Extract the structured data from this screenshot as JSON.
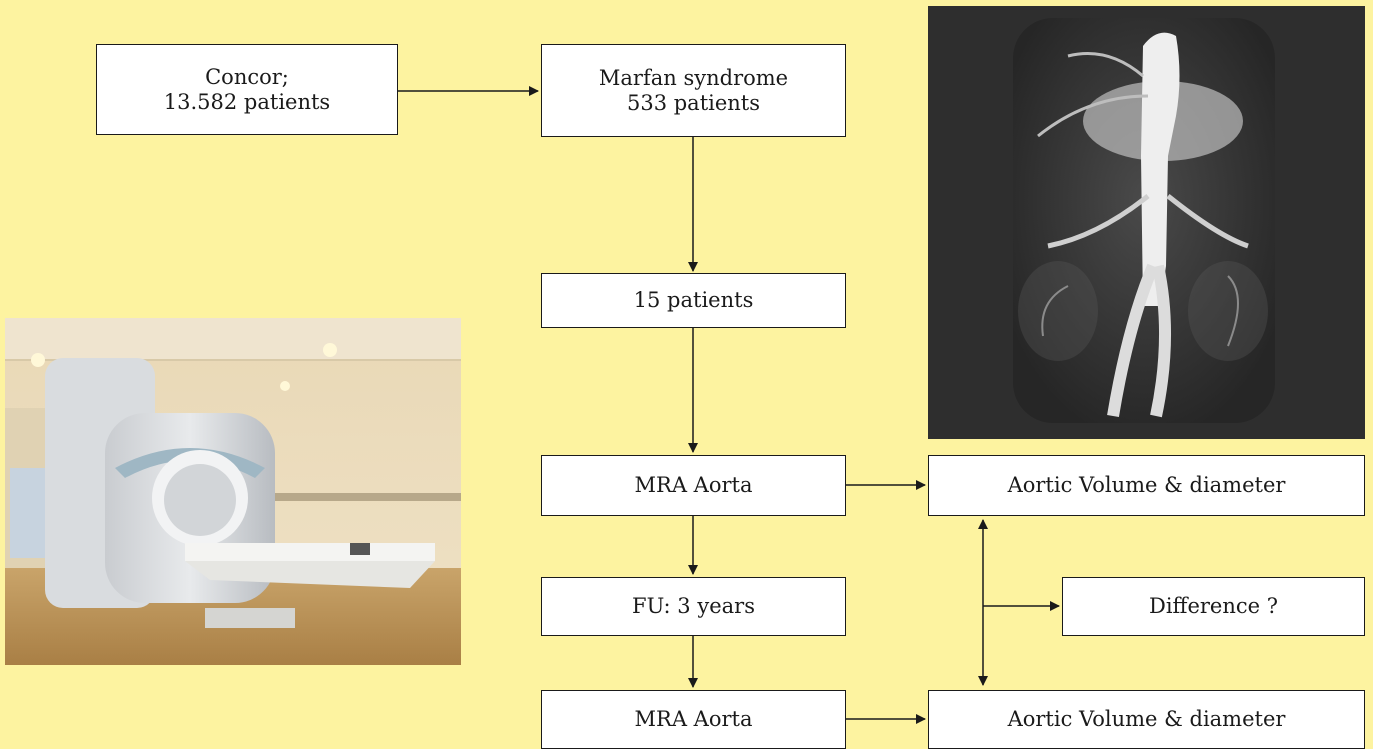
{
  "nodes": {
    "concor": {
      "line1": "Concor;",
      "line2": "13.582 patients"
    },
    "marfan": {
      "line1": "Marfan syndrome",
      "line2": "533 patients"
    },
    "patients15": {
      "label": "15 patients"
    },
    "mra1": {
      "label": "MRA Aorta"
    },
    "fu": {
      "label": "FU: 3 years"
    },
    "mra2": {
      "label": "MRA Aorta"
    },
    "aortic1": {
      "label": "Aortic Volume & diameter"
    },
    "difference": {
      "label": "Difference ?"
    },
    "aortic2": {
      "label": "Aortic Volume & diameter"
    }
  },
  "edges": [
    {
      "from": "concor",
      "to": "marfan"
    },
    {
      "from": "marfan",
      "to": "patients15"
    },
    {
      "from": "patients15",
      "to": "mra1"
    },
    {
      "from": "mra1",
      "to": "fu"
    },
    {
      "from": "fu",
      "to": "mra2"
    },
    {
      "from": "mra1",
      "to": "aortic1"
    },
    {
      "from": "mra2",
      "to": "aortic2"
    },
    {
      "from": "aortic1",
      "to": "aortic2",
      "bidirectional": true
    },
    {
      "from": "aortic-link",
      "to": "difference"
    }
  ],
  "images": {
    "mri_scanner": {
      "type": "photo",
      "subject": "mri-scanner-room"
    },
    "angiogram": {
      "type": "photo",
      "subject": "aorta-angiogram"
    }
  },
  "colors": {
    "background": "#fdf3a0",
    "box_fill": "#ffffff",
    "box_border": "#1a1a1a"
  }
}
